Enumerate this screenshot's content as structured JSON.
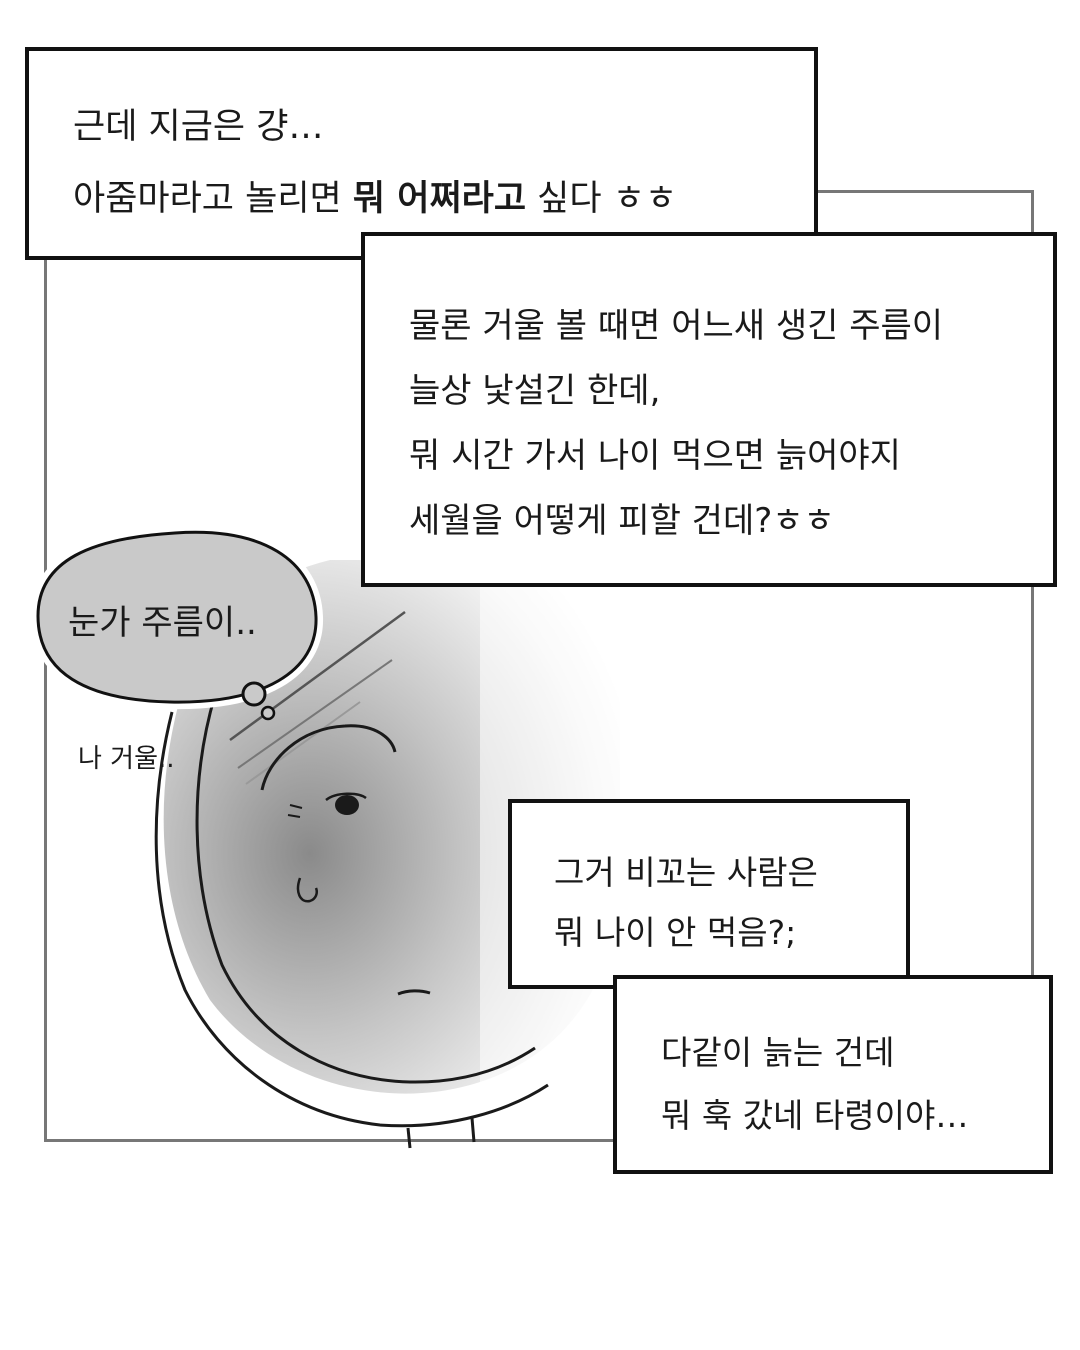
{
  "caption_top": {
    "line1": "근데 지금은 걍…",
    "line2_plain": "아줌마라고 놀리면 ",
    "line2_bold": "뭐 어쩌라고",
    "line2_end": " 싶다 ㅎㅎ"
  },
  "caption_right": {
    "lines": [
      "물론 거울 볼 때면 어느새 생긴 주름이",
      "늘상 낯설긴 한데,",
      "뭐 시간 가서 나이 먹으면 늙어야지",
      "세월을 어떻게 피할 건데?ㅎㅎ"
    ]
  },
  "thought_bubble": {
    "text": "눈가 주름이.."
  },
  "side_label": {
    "text": "나 거울.."
  },
  "caption_middle": {
    "lines": [
      "그거 비꼬는 사람은",
      "뭐 나이 안 먹음?;"
    ]
  },
  "caption_bottom": {
    "lines": [
      "다같이 늙는 건데",
      "뭐 훅 갔네 타령이야…"
    ]
  },
  "colors": {
    "frame": "#777777",
    "box_border": "#111111",
    "bubble_fill": "#c9c9c9",
    "background": "#ffffff"
  },
  "icons": [
    "thought-bubble-icon",
    "hand-mirror-illustration",
    "face-illustration"
  ]
}
